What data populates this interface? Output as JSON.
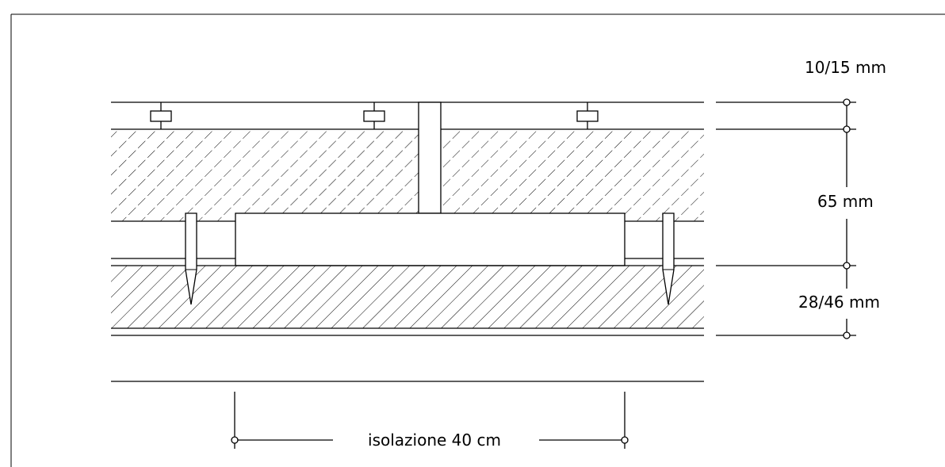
{
  "dimensions": {
    "top_layer": "10/15 mm",
    "middle_layer": "65 mm",
    "bottom_layer": "28/46 mm",
    "width": "isolazione 40 cm"
  },
  "colors": {
    "line": "#000000",
    "background": "#ffffff"
  }
}
